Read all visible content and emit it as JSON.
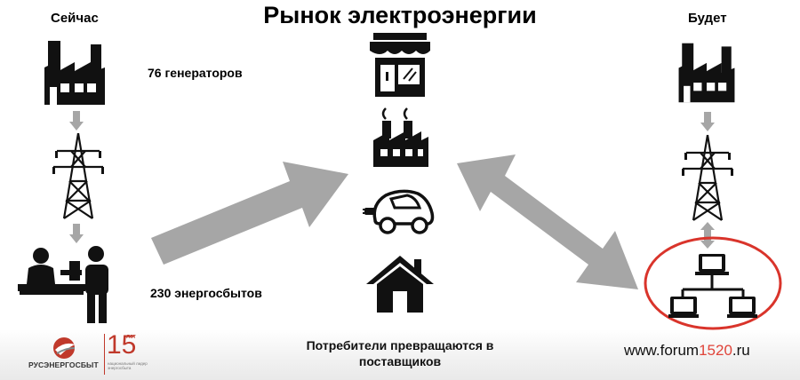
{
  "title": "Рынок электроэнергии",
  "left_column": {
    "heading": "Сейчас",
    "generators_label": "76 генераторов",
    "retailers_label": "230 энергосбытов"
  },
  "right_column": {
    "heading": "Будет"
  },
  "caption": {
    "line1": "Потребители превращаются в",
    "line2": "поставщиков"
  },
  "footer": {
    "brand_name": "РУСЭНЕРГОСБЫТ",
    "years_number": "15",
    "years_word": "лет",
    "years_sub": "национальный лидер энергосбыта",
    "forum_prefix": "www.forum",
    "forum_accent": "1520",
    "forum_suffix": ".ru"
  },
  "icons": {
    "left": [
      "factory-icon",
      "power-tower-icon",
      "service-desk-icon"
    ],
    "center": [
      "store-icon",
      "industrial-plant-icon",
      "electric-car-icon",
      "house-icon"
    ],
    "right": [
      "factory-icon",
      "power-tower-icon",
      "network-computers-icon"
    ]
  },
  "colors": {
    "arrow_gray": "#a6a6a6",
    "highlight_red": "#d9342b",
    "accent_red": "#e0443a"
  }
}
